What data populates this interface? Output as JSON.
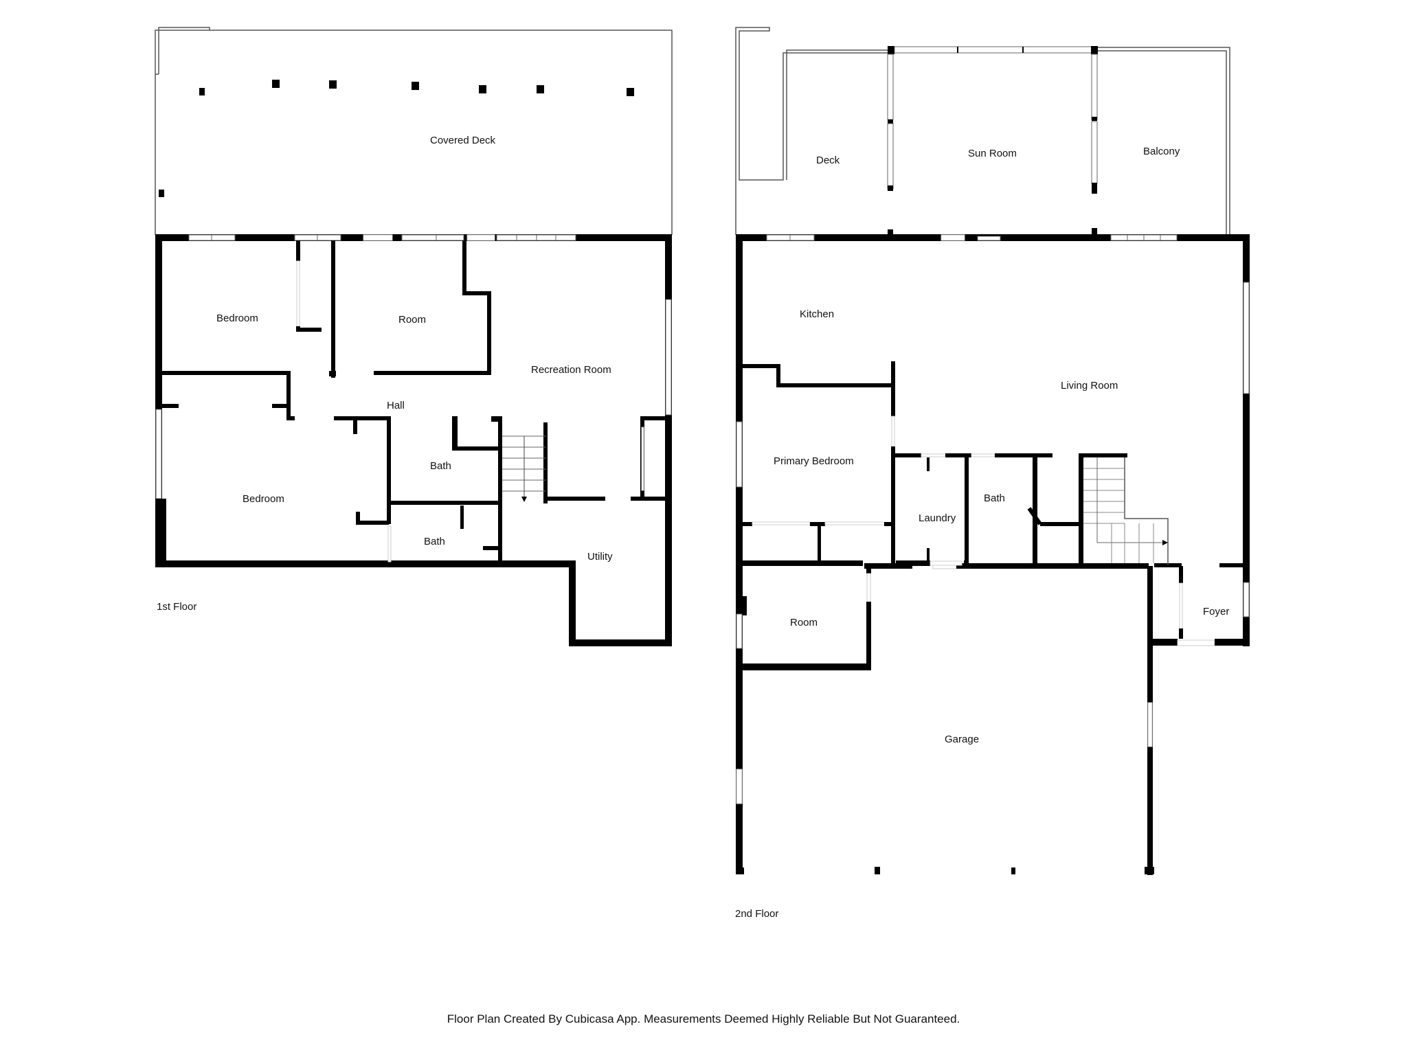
{
  "floors": [
    {
      "label": "1st Floor",
      "rooms": [
        {
          "name": "Covered Deck"
        },
        {
          "name": "Bedroom"
        },
        {
          "name": "Room"
        },
        {
          "name": "Recreation Room"
        },
        {
          "name": "Hall"
        },
        {
          "name": "Bath"
        },
        {
          "name": "Bedroom"
        },
        {
          "name": "Bath"
        },
        {
          "name": "Utility"
        }
      ]
    },
    {
      "label": "2nd Floor",
      "rooms": [
        {
          "name": "Deck"
        },
        {
          "name": "Sun Room"
        },
        {
          "name": "Balcony"
        },
        {
          "name": "Kitchen"
        },
        {
          "name": "Living Room"
        },
        {
          "name": "Primary Bedroom"
        },
        {
          "name": "Laundry"
        },
        {
          "name": "Bath"
        },
        {
          "name": "Room"
        },
        {
          "name": "Foyer"
        },
        {
          "name": "Garage"
        }
      ]
    }
  ],
  "footer": {
    "disclaimer": "Floor Plan Created By Cubicasa App. Measurements Deemed Highly Reliable But Not Guaranteed."
  },
  "colors": {
    "wall": "#000000",
    "background": "#ffffff",
    "outline": "#555555"
  }
}
